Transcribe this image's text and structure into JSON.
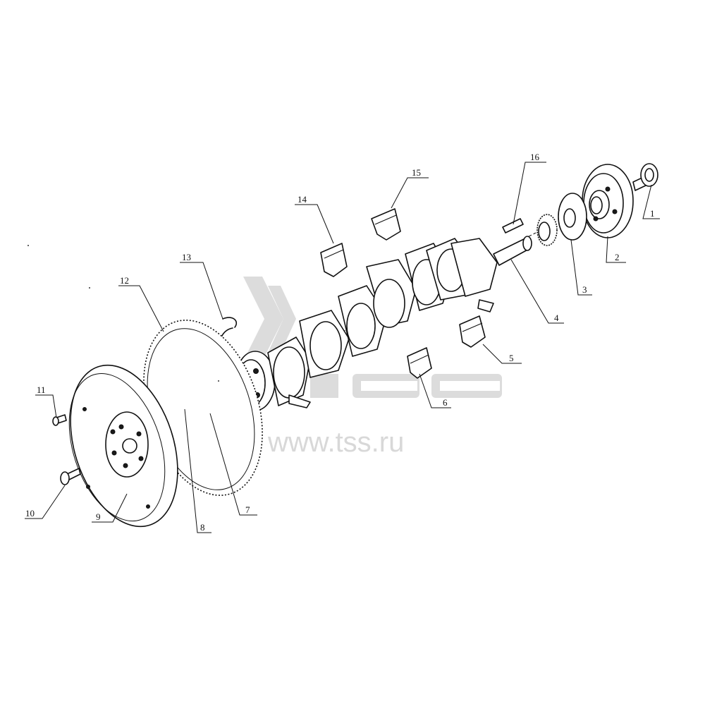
{
  "diagram": {
    "callouts": [
      {
        "id": "1",
        "text": "1"
      },
      {
        "id": "2",
        "text": "2"
      },
      {
        "id": "3",
        "text": "3"
      },
      {
        "id": "4",
        "text": "4"
      },
      {
        "id": "5",
        "text": "5"
      },
      {
        "id": "6",
        "text": "6"
      },
      {
        "id": "7",
        "text": "7"
      },
      {
        "id": "8",
        "text": "8"
      },
      {
        "id": "9",
        "text": "9"
      },
      {
        "id": "10",
        "text": "10"
      },
      {
        "id": "11",
        "text": "11"
      },
      {
        "id": "12",
        "text": "12"
      },
      {
        "id": "13",
        "text": "13"
      },
      {
        "id": "14",
        "text": "14"
      },
      {
        "id": "15",
        "text": "15"
      },
      {
        "id": "16",
        "text": "16"
      }
    ],
    "watermark": {
      "logo": "TSS",
      "url": "www.tss.ru"
    },
    "colors": {
      "ink": "#111111",
      "watermark": "#d9d9d9",
      "background": "#ffffff"
    }
  }
}
